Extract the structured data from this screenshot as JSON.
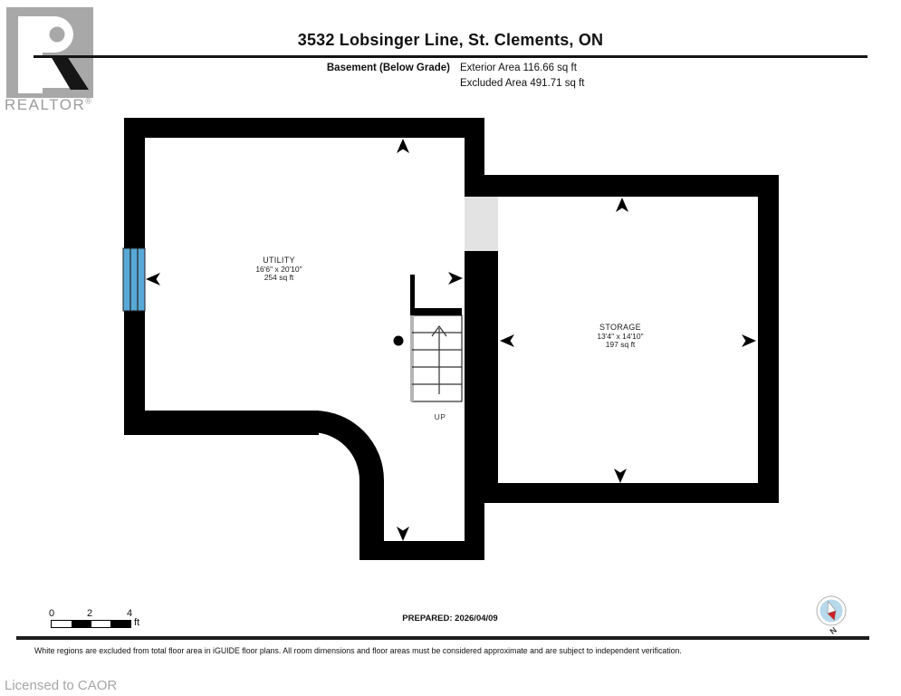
{
  "header": {
    "logo": {
      "brand": "REALTOR",
      "registered": "®",
      "letter": "R"
    },
    "title": "3532 Lobsinger Line, St. Clements, ON",
    "floor_label": "Basement (Below Grade)",
    "exterior_area": "Exterior Area 116.66 sq ft",
    "excluded_area": "Excluded Area 491.71 sq ft"
  },
  "plan": {
    "rooms": {
      "utility": {
        "name": "UTILITY",
        "dims": "16'6\" x 20'10\"",
        "area": "254 sq ft"
      },
      "storage": {
        "name": "STORAGE",
        "dims": "13'4\" x 14'10\"",
        "area": "197 sq ft"
      }
    },
    "stairs": {
      "up_label": "UP"
    },
    "colors": {
      "wall": "#000000",
      "window": "#58a8d8",
      "excluded_region": "#e3e3e3",
      "compass_fill": "#b7d9eb",
      "compass_needle_south": "#cc2026"
    }
  },
  "footer": {
    "scale": {
      "ticks": [
        "0",
        "2",
        "4"
      ],
      "unit": "ft"
    },
    "prepared": "PREPARED: 2026/04/09",
    "compass": {
      "north_label": "N"
    },
    "disclaimer": "White regions are excluded from total floor area in iGUIDE floor plans. All room dimensions and floor areas must be considered approximate and are subject to independent verification.",
    "licensed": "Licensed to CAOR"
  }
}
